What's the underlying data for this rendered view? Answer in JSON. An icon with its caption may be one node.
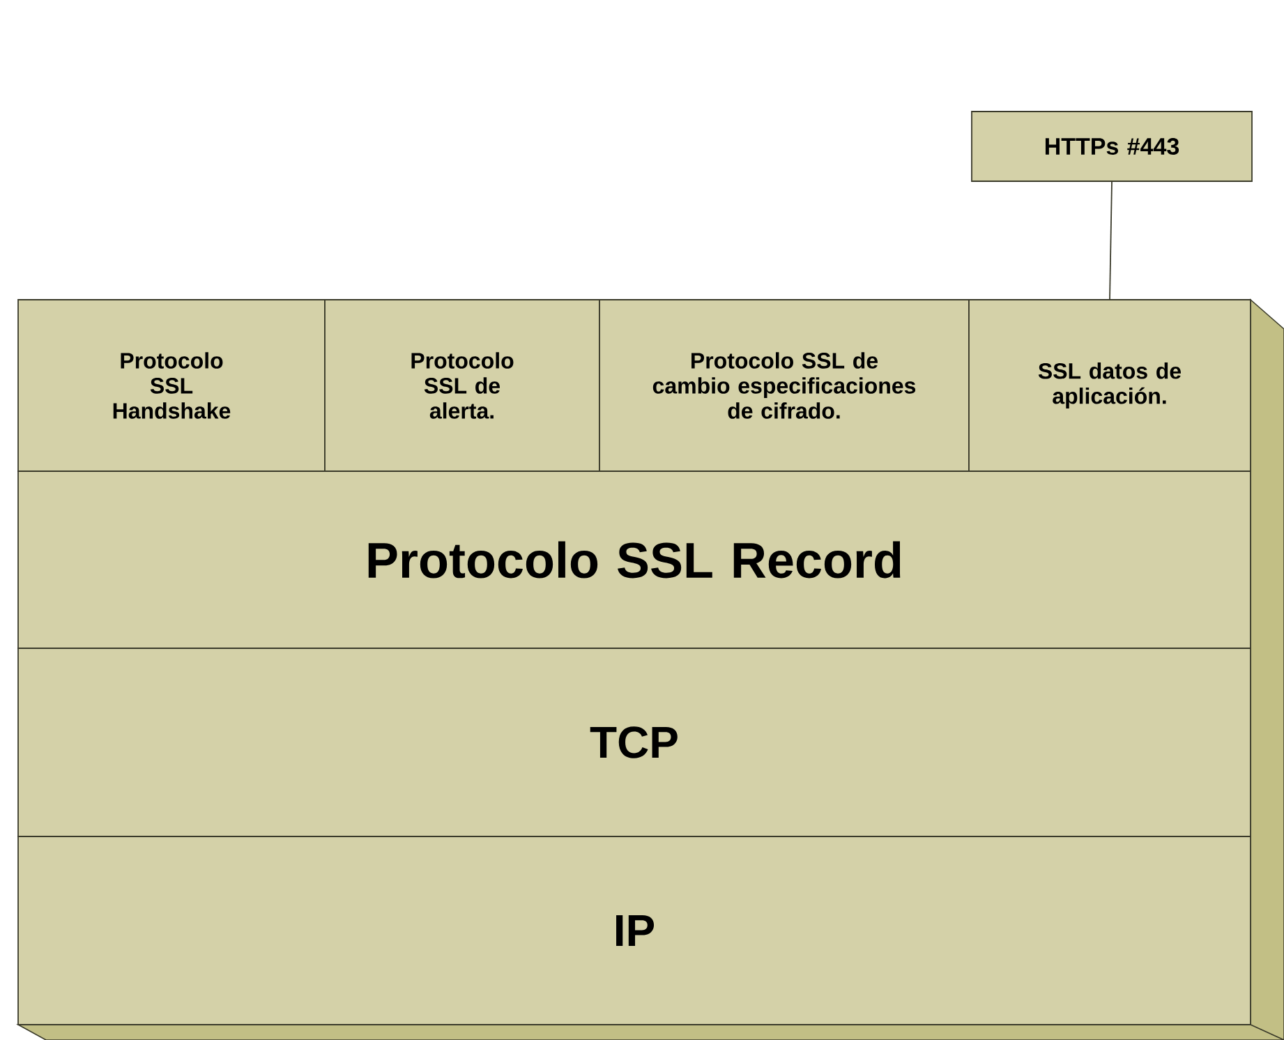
{
  "diagram": {
    "nodes": [
      {
        "text": [
          "HTTPs #443"
        ]
      },
      {
        "text": [
          "Protocolo SSL Handshake"
        ]
      },
      {
        "text": [
          "Protocolo SSL de alerta."
        ]
      },
      {
        "text": [
          "Protocolo SSL de cambio especificaciones de cifrado."
        ]
      },
      {
        "text": [
          "SSL datos de aplicación."
        ]
      },
      {
        "text": [
          "Protocolo SSL Record"
        ]
      },
      {
        "text": [
          "TCP"
        ]
      },
      {
        "text": [
          "IP"
        ]
      }
    ],
    "edges": [
      {
        "from": 0,
        "to": 4,
        "arrow": "none"
      }
    ]
  }
}
